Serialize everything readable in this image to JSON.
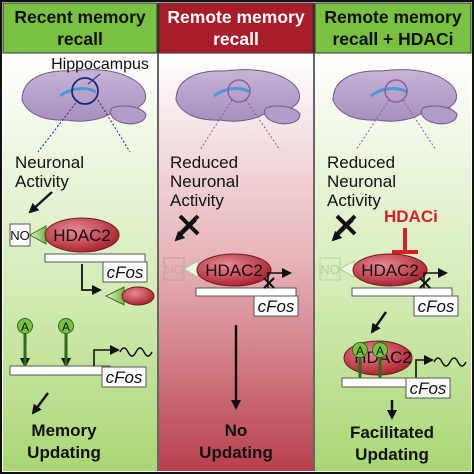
{
  "panels": [
    {
      "header_line1": "Recent memory",
      "header_line2": "recall",
      "region_label": "Hippocampus",
      "activity_line1": "Neuronal",
      "activity_line2": "Activity",
      "no_label": "NO",
      "hdac_label": "HDAC2",
      "gene_top": "cFos",
      "acetyl_1": "A",
      "acetyl_2": "A",
      "gene_bottom": "cFos",
      "outcome_line1": "Memory",
      "outcome_line2": "Updating"
    },
    {
      "header_line1": "Remote memory",
      "header_line2": "recall",
      "activity_line1": "Reduced",
      "activity_line2": "Neuronal",
      "activity_line3": "Activity",
      "no_label": "NO",
      "hdac_label": "HDAC2",
      "gene": "cFos",
      "outcome_line1": "No",
      "outcome_line2": "Updating"
    },
    {
      "header_line1": "Remote memory",
      "header_line2": "recall + HDACi",
      "activity_line1": "Reduced",
      "activity_line2": "Neuronal",
      "activity_line3": "Activity",
      "inhibitor_label": "HDACi",
      "no_label": "NO",
      "hdac_label": "HDAC2",
      "gene_top": "cFos",
      "acetyl_1": "A",
      "acetyl_2": "A",
      "hdac_bottom_label": "HDAC2",
      "gene_bottom": "cFos",
      "outcome_line1": "Facilitated",
      "outcome_line2": "Updating"
    }
  ],
  "colors": {
    "green_header": "#7ac143",
    "red_header": "#a81d2a",
    "green_panel": "#a9d774",
    "red_panel": "#b8404c",
    "hdac_fill": "#b52a3a",
    "inhibitor": "#d42027",
    "acetyl": "#5a9e2a"
  }
}
